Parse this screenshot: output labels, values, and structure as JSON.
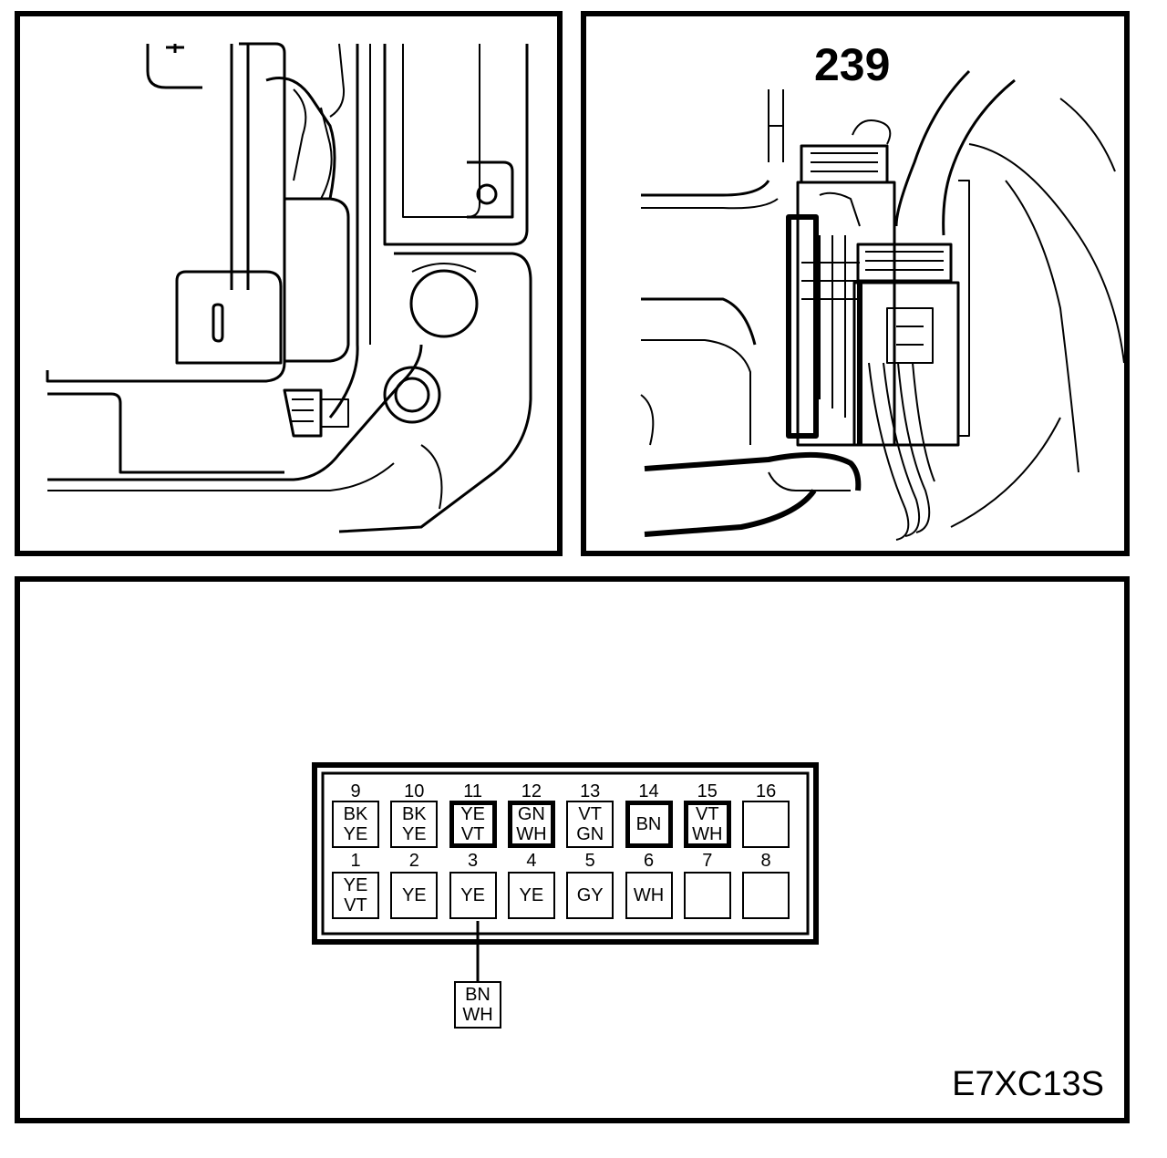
{
  "callout": "239",
  "diagram_code": "E7XC13S",
  "connector": {
    "top_row": [
      {
        "pin": "9",
        "wire": "BK\nYE",
        "emphasized": false
      },
      {
        "pin": "10",
        "wire": "BK\nYE",
        "emphasized": false
      },
      {
        "pin": "11",
        "wire": "YE\nVT",
        "emphasized": true
      },
      {
        "pin": "12",
        "wire": "GN\nWH",
        "emphasized": true
      },
      {
        "pin": "13",
        "wire": "VT\nGN",
        "emphasized": false
      },
      {
        "pin": "14",
        "wire": "BN",
        "emphasized": true
      },
      {
        "pin": "15",
        "wire": "VT\nWH",
        "emphasized": true
      },
      {
        "pin": "16",
        "wire": "",
        "emphasized": false
      }
    ],
    "bottom_row": [
      {
        "pin": "1",
        "wire": "YE\nVT",
        "emphasized": false
      },
      {
        "pin": "2",
        "wire": "YE",
        "emphasized": false
      },
      {
        "pin": "3",
        "wire": "YE",
        "emphasized": false
      },
      {
        "pin": "4",
        "wire": "YE",
        "emphasized": false
      },
      {
        "pin": "5",
        "wire": "GY",
        "emphasized": false
      },
      {
        "pin": "6",
        "wire": "WH",
        "emphasized": false
      },
      {
        "pin": "7",
        "wire": "",
        "emphasized": false
      },
      {
        "pin": "8",
        "wire": "",
        "emphasized": false
      }
    ],
    "splice": {
      "from_pin": "3",
      "wire": "BN\nWH"
    }
  }
}
